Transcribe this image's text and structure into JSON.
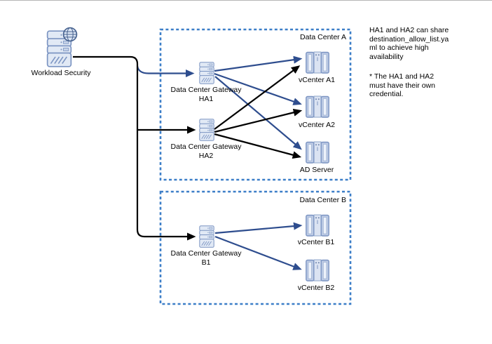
{
  "diagram": {
    "workload_security": {
      "label": "Workload Security"
    },
    "data_center_a": {
      "title": "Data Center A",
      "gateway_ha1": {
        "line1": "Data Center Gateway",
        "line2": "HA1"
      },
      "gateway_ha2": {
        "line1": "Data Center Gateway",
        "line2": "HA2"
      },
      "server_vcenter_a1": {
        "label": "vCenter A1"
      },
      "server_vcenter_a2": {
        "label": "vCenter A2"
      },
      "server_ad": {
        "label": "AD Server"
      }
    },
    "data_center_b": {
      "title": "Data Center B",
      "gateway_b1": {
        "line1": "Data Center Gateway",
        "line2": "B1"
      },
      "server_vcenter_b1": {
        "label": "vCenter B1"
      },
      "server_vcenter_b2": {
        "label": "vCenter B2"
      }
    },
    "notes": {
      "ha_note": "HA1 and HA2 can share\ndestination_allow_list.ya\nml to achieve high\navailability",
      "credential_note": "* The HA1 and HA2\nmust have their own\ncredential."
    },
    "colors": {
      "connection_blue": "#2e4d8e",
      "connection_black": "#000000",
      "boundary_blue": "#3c7ec8",
      "icon_fill": "#dfe8f5",
      "icon_border": "#7b94c2"
    }
  }
}
